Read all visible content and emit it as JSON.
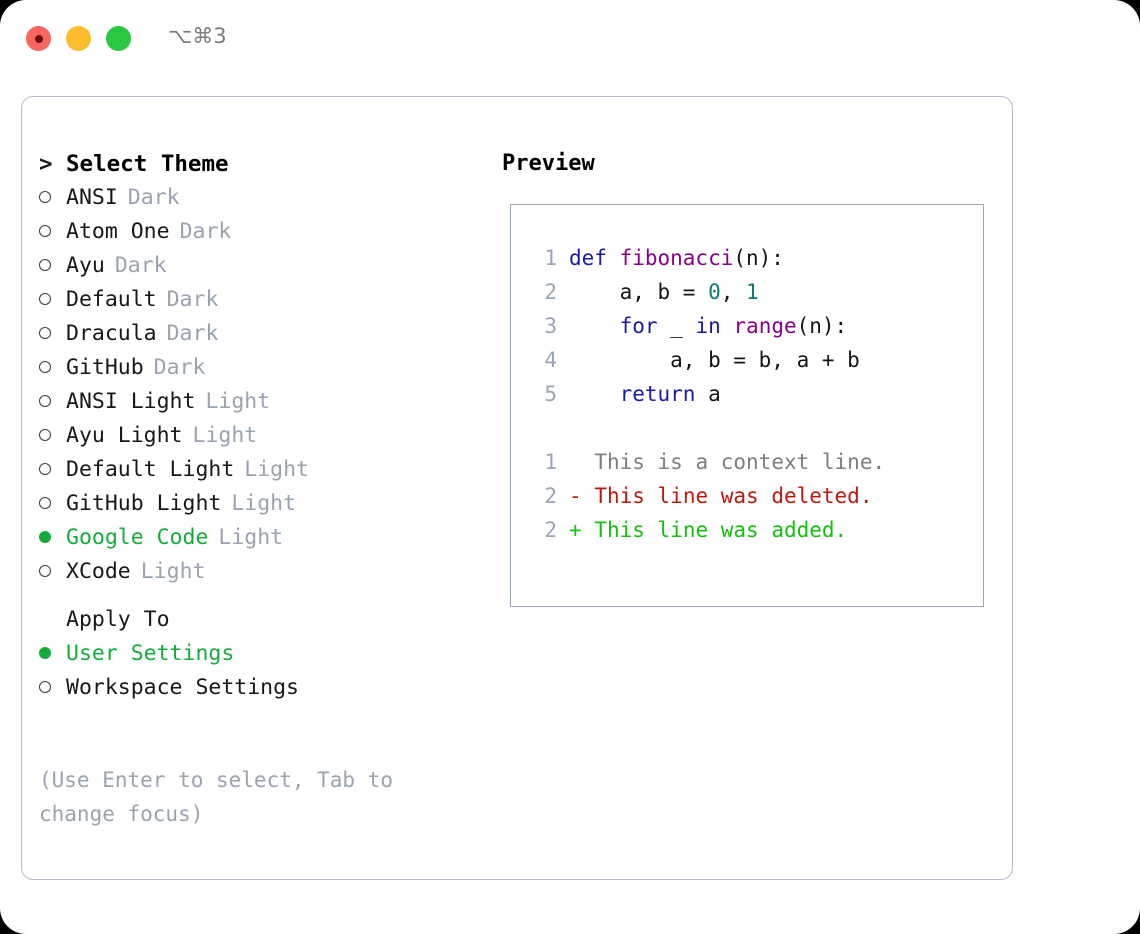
{
  "window": {
    "traffic_lights": [
      {
        "name": "close",
        "color": "#f9655f"
      },
      {
        "name": "minimize",
        "color": "#fcbc2e"
      },
      {
        "name": "zoom",
        "color": "#28c840"
      }
    ],
    "shortcut": "⌥⌘3"
  },
  "theme_picker": {
    "header_marker": ">",
    "header_label": "Select Theme",
    "bullet_open": "○",
    "bullet_filled": "●",
    "selected_color": "#14ad3c",
    "variant_color": "#9aa3b0",
    "items": [
      {
        "name": "ANSI",
        "variant": "Dark",
        "selected": false
      },
      {
        "name": "Atom One",
        "variant": "Dark",
        "selected": false
      },
      {
        "name": "Ayu",
        "variant": "Dark",
        "selected": false
      },
      {
        "name": "Default",
        "variant": "Dark",
        "selected": false
      },
      {
        "name": "Dracula",
        "variant": "Dark",
        "selected": false
      },
      {
        "name": "GitHub",
        "variant": "Dark",
        "selected": false
      },
      {
        "name": "ANSI Light",
        "variant": "Light",
        "selected": false
      },
      {
        "name": "Ayu Light",
        "variant": "Light",
        "selected": false
      },
      {
        "name": "Default Light",
        "variant": "Light",
        "selected": false
      },
      {
        "name": "GitHub Light",
        "variant": "Light",
        "selected": false
      },
      {
        "name": "Google Code",
        "variant": "Light",
        "selected": true
      },
      {
        "name": "XCode",
        "variant": "Light",
        "selected": false
      }
    ]
  },
  "apply_to": {
    "header_label": "Apply To",
    "items": [
      {
        "name": "User Settings",
        "selected": true
      },
      {
        "name": "Workspace Settings",
        "selected": false
      }
    ]
  },
  "hint": "(Use Enter to select, Tab to change focus)",
  "preview": {
    "title": "Preview",
    "border_color": "#9aa5b5",
    "gutter_color": "#9aa5b5",
    "code_lines": [
      {
        "number": "1",
        "tokens": [
          {
            "text": "def ",
            "kind": "kw"
          },
          {
            "text": "fibonacci",
            "kind": "fn"
          },
          {
            "text": "(n):",
            "kind": "plain"
          }
        ]
      },
      {
        "number": "2",
        "tokens": [
          {
            "text": "    a, b = ",
            "kind": "plain"
          },
          {
            "text": "0",
            "kind": "num"
          },
          {
            "text": ", ",
            "kind": "plain"
          },
          {
            "text": "1",
            "kind": "num"
          }
        ]
      },
      {
        "number": "3",
        "tokens": [
          {
            "text": "    ",
            "kind": "plain"
          },
          {
            "text": "for",
            "kind": "kw"
          },
          {
            "text": " _ ",
            "kind": "plain"
          },
          {
            "text": "in",
            "kind": "kw"
          },
          {
            "text": " ",
            "kind": "plain"
          },
          {
            "text": "range",
            "kind": "fn"
          },
          {
            "text": "(n):",
            "kind": "plain"
          }
        ]
      },
      {
        "number": "4",
        "tokens": [
          {
            "text": "        a, b = b, a + b",
            "kind": "plain"
          }
        ]
      },
      {
        "number": "5",
        "tokens": [
          {
            "text": "    ",
            "kind": "plain"
          },
          {
            "text": "return",
            "kind": "kw"
          },
          {
            "text": " a",
            "kind": "plain"
          }
        ]
      }
    ],
    "diff_lines": [
      {
        "number": "1",
        "sign": " ",
        "text": "This is a context line.",
        "kind": "ctx"
      },
      {
        "number": "2",
        "sign": "-",
        "text": "This line was deleted.",
        "kind": "del"
      },
      {
        "number": "2",
        "sign": "+",
        "text": "This line was added.",
        "kind": "add"
      }
    ],
    "syntax_colors": {
      "keyword": "#1a1aa8",
      "function": "#8b008b",
      "number": "#0b7b72",
      "plain": "#141414",
      "context": "#7e7e7e",
      "deleted": "#c2180f",
      "added": "#13c20d"
    }
  }
}
